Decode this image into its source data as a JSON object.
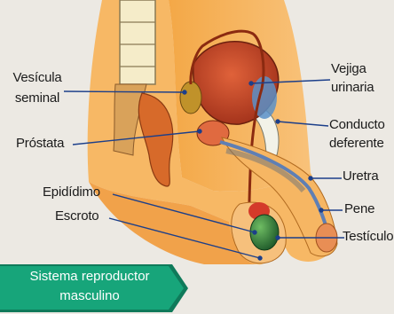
{
  "labels": {
    "vesicula_line1": "Vesícula",
    "vesicula_line2": "seminal",
    "prostata": "Próstata",
    "epididimo": "Epidídimo",
    "escroto": "Escroto",
    "vejiga_line1": "Vejiga",
    "vejiga_line2": "urinaria",
    "conducto_line1": "Conducto",
    "conducto_line2": "deferente",
    "uretra": "Uretra",
    "pene": "Pene",
    "testiculo": "Testículo"
  },
  "caption": {
    "line1": "Sistema reproductor",
    "line2": "masculino"
  },
  "colors": {
    "caption_bg": "#17a57a",
    "skin": "#f5b45c",
    "bladder": "#c84a2a",
    "leader": "#1c3f8a"
  }
}
